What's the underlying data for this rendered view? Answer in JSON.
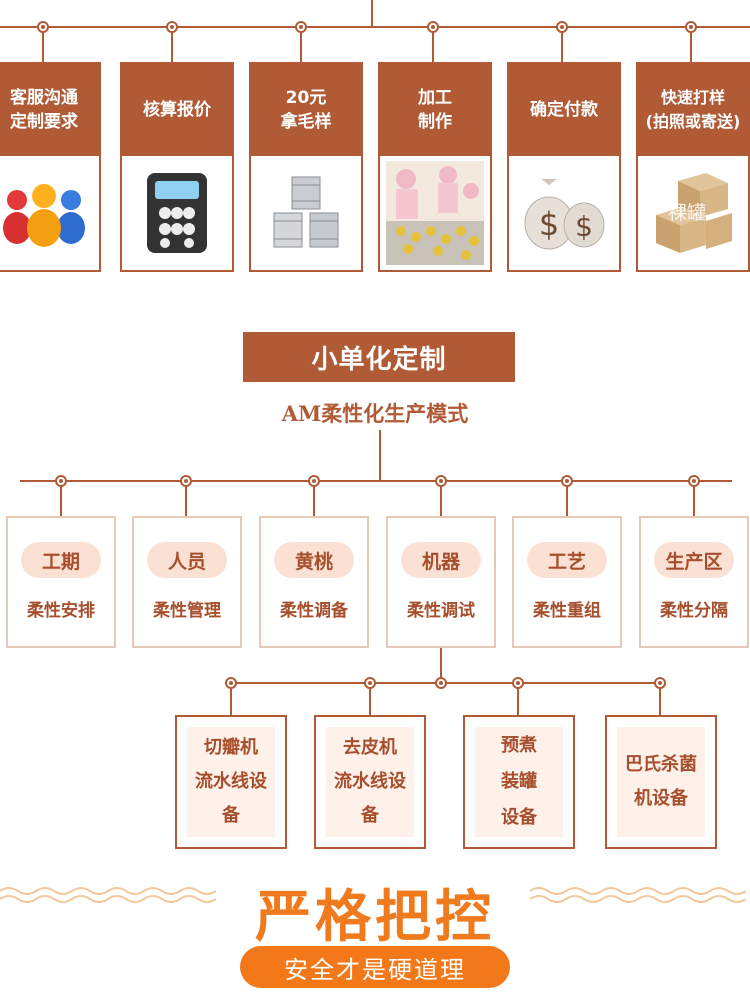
{
  "steps": [
    {
      "label": "客服沟通\n定制要求",
      "icon": "people-icon"
    },
    {
      "label": "核算报价",
      "icon": "calculator-icon"
    },
    {
      "label": "20元\n拿毛样",
      "icon": "cans-icon"
    },
    {
      "label": "加工\n制作",
      "icon": "factory-photo"
    },
    {
      "label": "确定付款",
      "icon": "money-bags-icon"
    },
    {
      "label": "快速打样\n(拍照或寄送)",
      "icon": "boxes-icon",
      "watermark": "裸罐"
    }
  ],
  "banner": {
    "title": "小单化定制",
    "subtitle": "AM柔性化生产模式"
  },
  "flex_items": [
    {
      "tag": "工期",
      "desc": "柔性安排"
    },
    {
      "tag": "人员",
      "desc": "柔性管理"
    },
    {
      "tag": "黄桃",
      "desc": "柔性调备"
    },
    {
      "tag": "机器",
      "desc": "柔性调试"
    },
    {
      "tag": "工艺",
      "desc": "柔性重组"
    },
    {
      "tag": "生产区",
      "desc": "柔性分隔"
    }
  ],
  "equipment": [
    {
      "label": "切瓣机\n流水线设备"
    },
    {
      "label": "去皮机\n流水线设备"
    },
    {
      "label": "预煮\n装罐\n设备"
    },
    {
      "label": "巴氏杀菌\n机设备"
    }
  ],
  "footer": {
    "title": "严格把控",
    "button": "安全才是硬道理"
  },
  "colors": {
    "brand": "#b05a36",
    "pill_bg": "#fbe1d4",
    "accent_orange": "#f3781a"
  }
}
